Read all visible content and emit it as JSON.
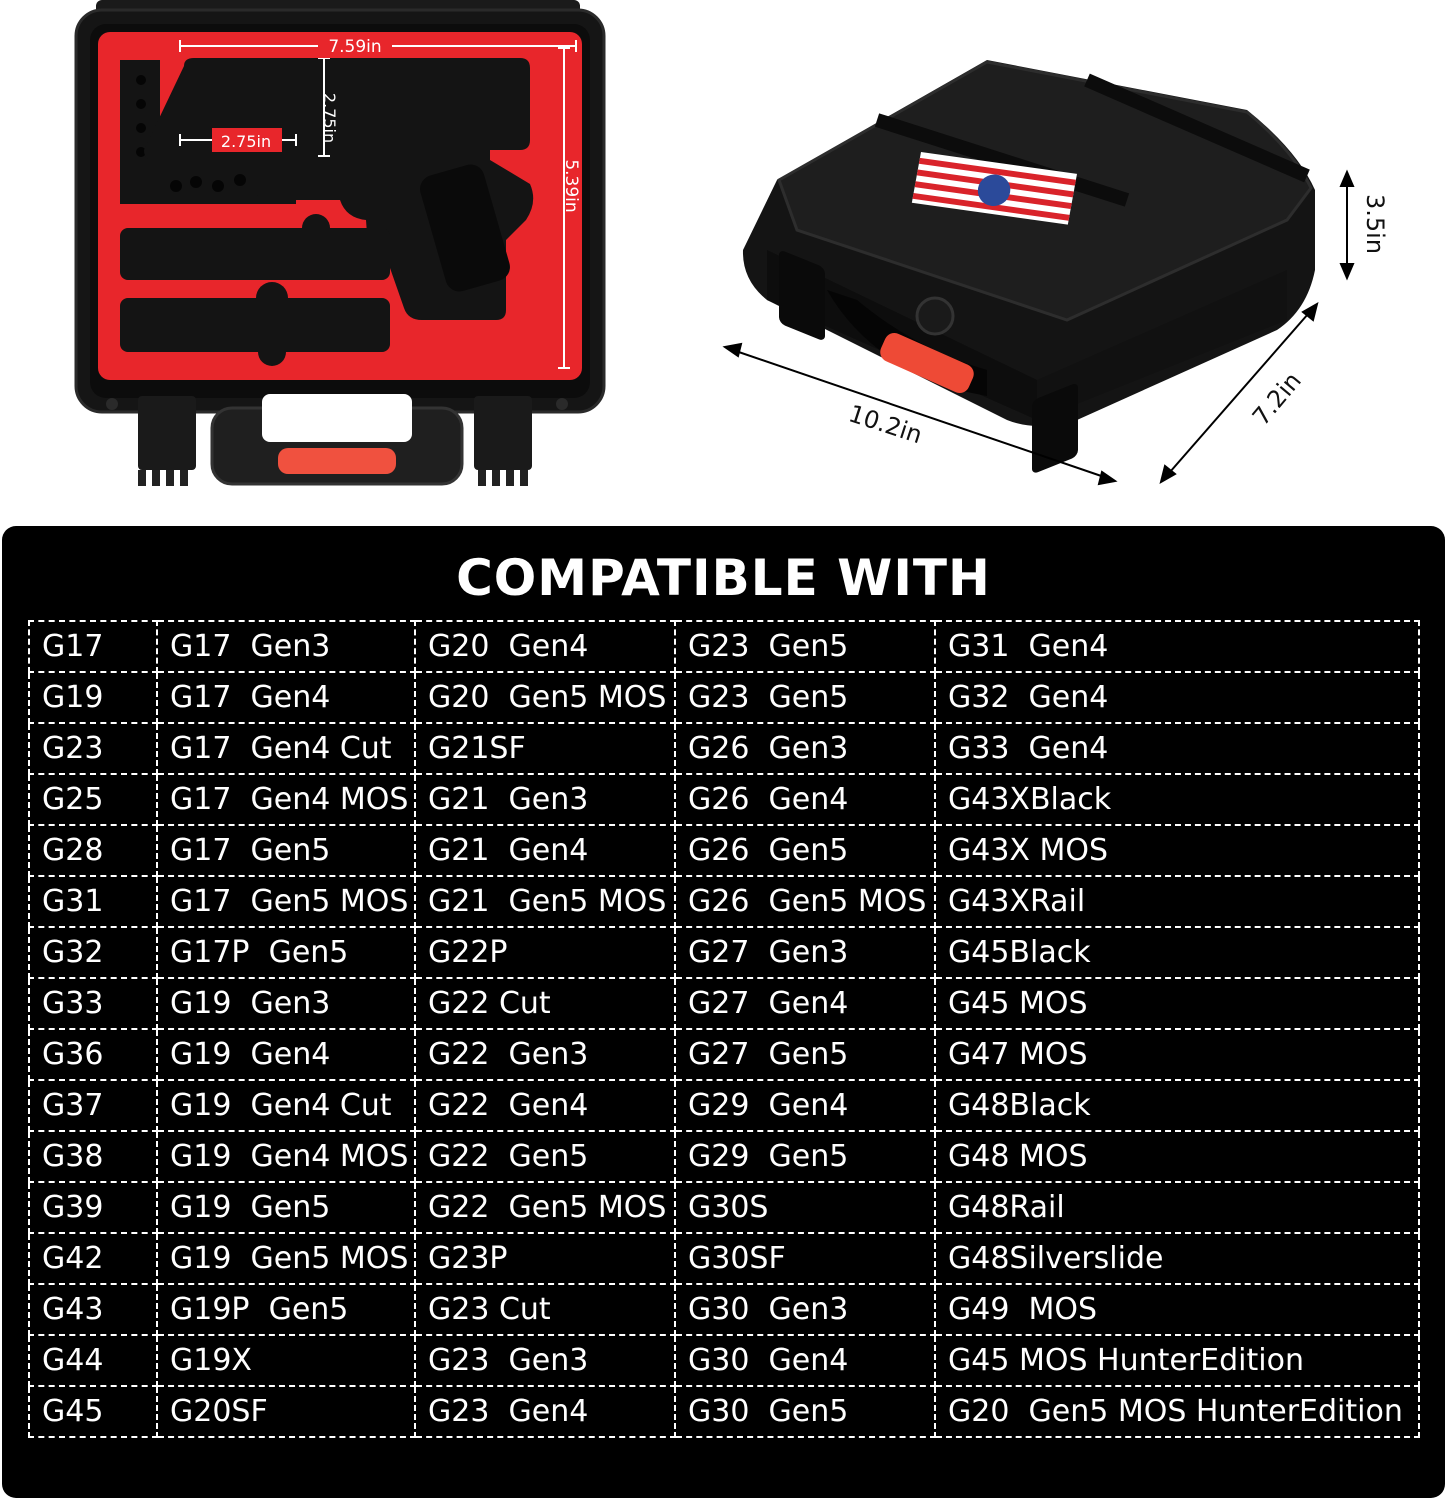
{
  "dimensions": {
    "open_case": {
      "length": "7.59in",
      "width": "5.39in",
      "slot_width": "2.75in",
      "slot_depth": "2.75in"
    },
    "closed_case": {
      "length": "10.2in",
      "depth": "7.2in",
      "height": "3.5in"
    }
  },
  "colors": {
    "foam_red": "#e8262b",
    "case_black": "#111111",
    "panel_background": "#000000",
    "text": "#ffffff"
  },
  "compatibility": {
    "title": "COMPATIBLE WITH",
    "columns": [
      [
        "G17",
        "G19",
        "G23",
        "G25",
        "G28",
        "G31",
        "G32",
        "G33",
        "G36",
        "G37",
        "G38",
        "G39",
        "G42",
        "G43",
        "G44",
        "G45"
      ],
      [
        "G17  Gen3",
        "G17  Gen4",
        "G17  Gen4 Cut",
        "G17  Gen4 MOS",
        "G17  Gen5",
        "G17  Gen5 MOS",
        "G17P  Gen5",
        "G19  Gen3",
        "G19  Gen4",
        "G19  Gen4 Cut",
        "G19  Gen4 MOS",
        "G19  Gen5",
        "G19  Gen5 MOS",
        "G19P  Gen5",
        "G19X",
        "G20SF"
      ],
      [
        "G20  Gen4",
        "G20  Gen5 MOS",
        "G21SF",
        "G21  Gen3",
        "G21  Gen4",
        "G21  Gen5 MOS",
        "G22P",
        "G22 Cut",
        "G22  Gen3",
        "G22  Gen4",
        "G22  Gen5",
        "G22  Gen5 MOS",
        "G23P",
        "G23 Cut",
        "G23  Gen3",
        "G23  Gen4"
      ],
      [
        "G23  Gen5",
        "G23  Gen5",
        "G26  Gen3",
        "G26  Gen4",
        "G26  Gen5",
        "G26  Gen5 MOS",
        "G27  Gen3",
        "G27  Gen4",
        "G27  Gen5",
        "G29  Gen4",
        "G29  Gen5",
        "G30S",
        "G30SF",
        "G30  Gen3",
        "G30  Gen4",
        "G30  Gen5"
      ],
      [
        "G31  Gen4",
        "G32  Gen4",
        "G33  Gen4",
        "G43XBlack",
        "G43X MOS",
        "G43XRail",
        "G45Black",
        "G45 MOS",
        "G47 MOS",
        "G48Black",
        "G48 MOS",
        "G48Rail",
        "G48Silverslide",
        "G49  MOS",
        "G45 MOS HunterEdition",
        "G20  Gen5 MOS HunterEdition"
      ]
    ]
  }
}
